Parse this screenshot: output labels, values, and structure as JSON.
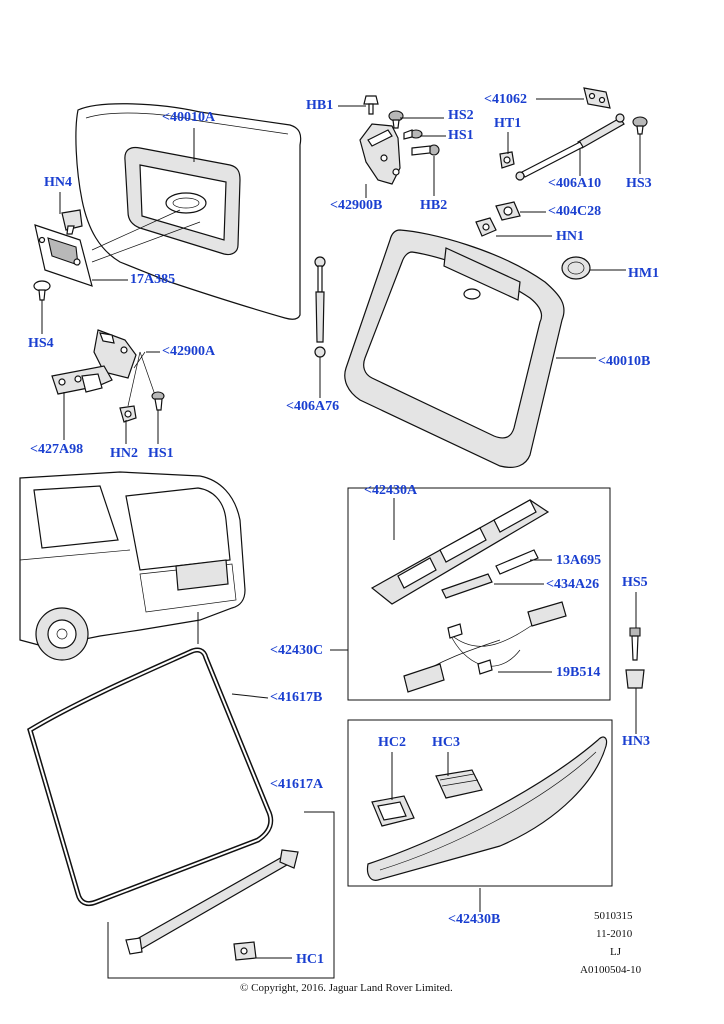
{
  "labels": {
    "p40010A": "<40010A",
    "hn4": "HN4",
    "p17A385": "17A385",
    "hs4_top": "HS4",
    "p42900A": "<42900A",
    "p427A98": "<427A98",
    "hn2": "HN2",
    "hs1_left": "HS1",
    "hb1": "HB1",
    "hs2": "HS2",
    "hs1_right": "HS1",
    "p42900B": "<42900B",
    "hb2": "HB2",
    "p41062": "<41062",
    "ht1": "HT1",
    "p406A10": "<406A10",
    "hs3": "HS3",
    "p404C28": "<404C28",
    "hn1": "HN1",
    "hm1": "HM1",
    "p40010B": "<40010B",
    "p406A76": "<406A76",
    "p42430A": "<42430A",
    "p13A695": "13A695",
    "p434A26": "<434A26",
    "p42430C": "<42430C",
    "p19B514": "19B514",
    "hs5": "HS5",
    "hn3": "HN3",
    "p41617B": "<41617B",
    "p41617A": "<41617A",
    "hc2": "HC2",
    "hc3": "HC3",
    "hc1": "HC1",
    "p42430B": "<42430B"
  },
  "meta": {
    "code1": "5010315",
    "date": "11-2010",
    "initials": "LJ",
    "ref": "A0100504-10",
    "copyright": "© Copyright, 2016. Jaguar Land Rover Limited."
  },
  "colors": {
    "label": "#1a3fd0",
    "line": "#111111",
    "fill_light": "#e4e4e4",
    "fill_dark": "#b8b8b8"
  }
}
